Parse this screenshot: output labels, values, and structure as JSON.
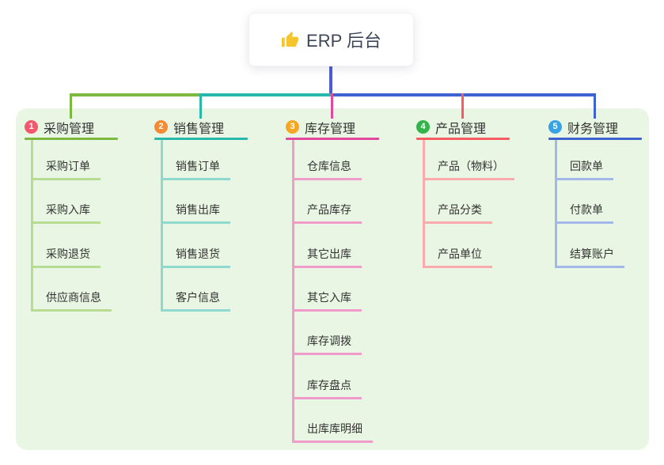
{
  "root": {
    "label": "ERP 后台",
    "icon": "thumbs-up-icon",
    "icon_color": "#f6c52e",
    "card_bg": "#ffffff",
    "text_color": "#3d4658"
  },
  "panel": {
    "bg_color": "#e9f6e3"
  },
  "connectors": {
    "trunk_color": "#4e5cd3"
  },
  "branches": [
    {
      "num": "1",
      "label": "采购管理",
      "badge_color": "#f4586d",
      "line_color": "#7cb93e",
      "light_color": "#b8dc92",
      "children": [
        "采购订单",
        "采购入库",
        "采购退货",
        "供应商信息"
      ]
    },
    {
      "num": "2",
      "label": "销售管理",
      "badge_color": "#f58a35",
      "line_color": "#29b8ac",
      "light_color": "#8ed8d0",
      "children": [
        "销售订单",
        "销售出库",
        "销售退货",
        "客户信息"
      ]
    },
    {
      "num": "3",
      "label": "库存管理",
      "badge_color": "#f5a723",
      "line_color": "#e2499e",
      "light_color": "#f09cca",
      "children": [
        "仓库信息",
        "产品库存",
        "其它出库",
        "其它入库",
        "库存调拨",
        "库存盘点",
        "出库库明细"
      ]
    },
    {
      "num": "4",
      "label": "产品管理",
      "badge_color": "#33b44a",
      "line_color": "#f75c63",
      "light_color": "#fbabae",
      "children": [
        "产品（物料）",
        "产品分类",
        "产品单位"
      ]
    },
    {
      "num": "5",
      "label": "财务管理",
      "badge_color": "#38a3e4",
      "line_color": "#3e63d0",
      "light_color": "#a3b8ea",
      "children": [
        "回款单",
        "付款单",
        "结算账户"
      ]
    }
  ]
}
